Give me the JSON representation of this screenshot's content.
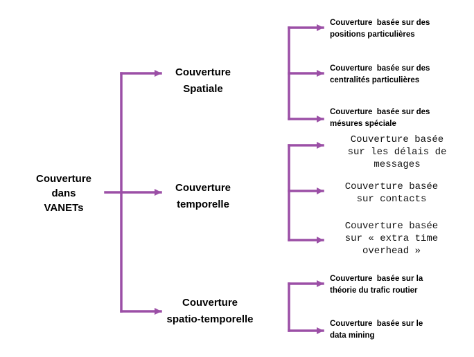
{
  "colors": {
    "connector": "#9B4FA6",
    "text": "#000000"
  },
  "root": {
    "label": "Couverture\ndans\nVANETs"
  },
  "categories": [
    {
      "label": "Couverture\nSpatiale",
      "children": [
        "Couverture  basée sur des\npositions particulières",
        "Couverture  basée sur des\ncentralités particulières",
        "Couverture  basée sur des\nmésures spéciale"
      ]
    },
    {
      "label": "Couverture\ntemporelle",
      "children": [
        "Couverture basée\nsur les délais de\nmessages",
        "Couverture basée\nsur contacts",
        "Couverture basée\nsur « extra time\noverhead »"
      ]
    },
    {
      "label": "Couverture\nspatio-temporelle",
      "children": [
        "Couverture  basée sur la\nthéorie du trafic routier",
        "Couverture  basée sur le\ndata mining"
      ]
    }
  ]
}
